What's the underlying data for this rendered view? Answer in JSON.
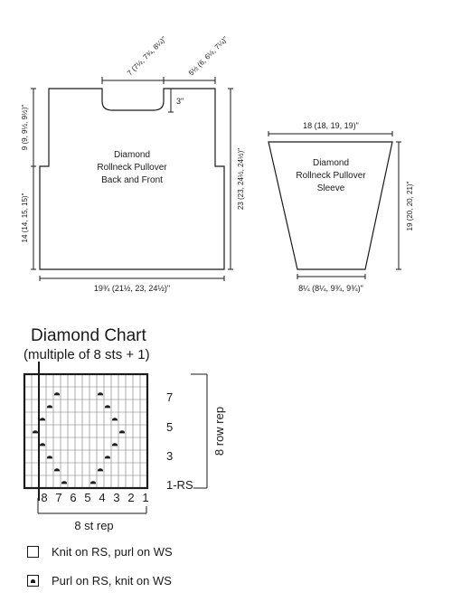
{
  "schematic": {
    "body_piece_label": [
      "Diamond",
      "Rollneck Pullover",
      "Back and Front"
    ],
    "sleeve_label": [
      "Diamond",
      "Rollneck Pullover",
      "Sleeve"
    ],
    "dims": {
      "neck_width": "7 (7½, 7¾, 8¼)\"",
      "shoulder_width": "5½ (6, 6½, 7¼)\"",
      "neck_depth": "3\"",
      "armhole_depth": "9 (9, 9½, 9½)\"",
      "side_length": "14 (14, 15, 15)\"",
      "total_length": "23 (23, 24½, 24½)\"",
      "body_width": "19¾ (21½, 23, 24½)\"",
      "sleeve_top": "18 (18, 19, 19)\"",
      "sleeve_length": "19 (20, 20, 21)\"",
      "sleeve_cuff": "8¼ (8¼, 9¾, 9¾)\""
    }
  },
  "chart": {
    "title": "Diamond Chart",
    "subtitle": "(multiple of 8 sts + 1)",
    "row_labels": [
      "7",
      "5",
      "3",
      "1-RS"
    ],
    "row_rep_label": "8 row rep",
    "stitch_labels": [
      "8",
      "7",
      "6",
      "5",
      "4",
      "3",
      "2",
      "1"
    ],
    "st_rep_label": "8 st rep",
    "purl_cells": [
      {
        "row": 8,
        "col": 5
      },
      {
        "row": 8,
        "col": 11
      },
      {
        "row": 7,
        "col": 4
      },
      {
        "row": 7,
        "col": 12
      },
      {
        "row": 6,
        "col": 3
      },
      {
        "row": 6,
        "col": 13
      },
      {
        "row": 5,
        "col": 2
      },
      {
        "row": 5,
        "col": 14
      },
      {
        "row": 4,
        "col": 3
      },
      {
        "row": 4,
        "col": 13
      },
      {
        "row": 3,
        "col": 4
      },
      {
        "row": 3,
        "col": 12
      },
      {
        "row": 2,
        "col": 5
      },
      {
        "row": 2,
        "col": 11
      },
      {
        "row": 1,
        "col": 6
      },
      {
        "row": 1,
        "col": 10
      }
    ]
  },
  "legend": {
    "knit": "Knit on RS, purl on WS",
    "purl": "Purl on RS, knit on WS"
  }
}
